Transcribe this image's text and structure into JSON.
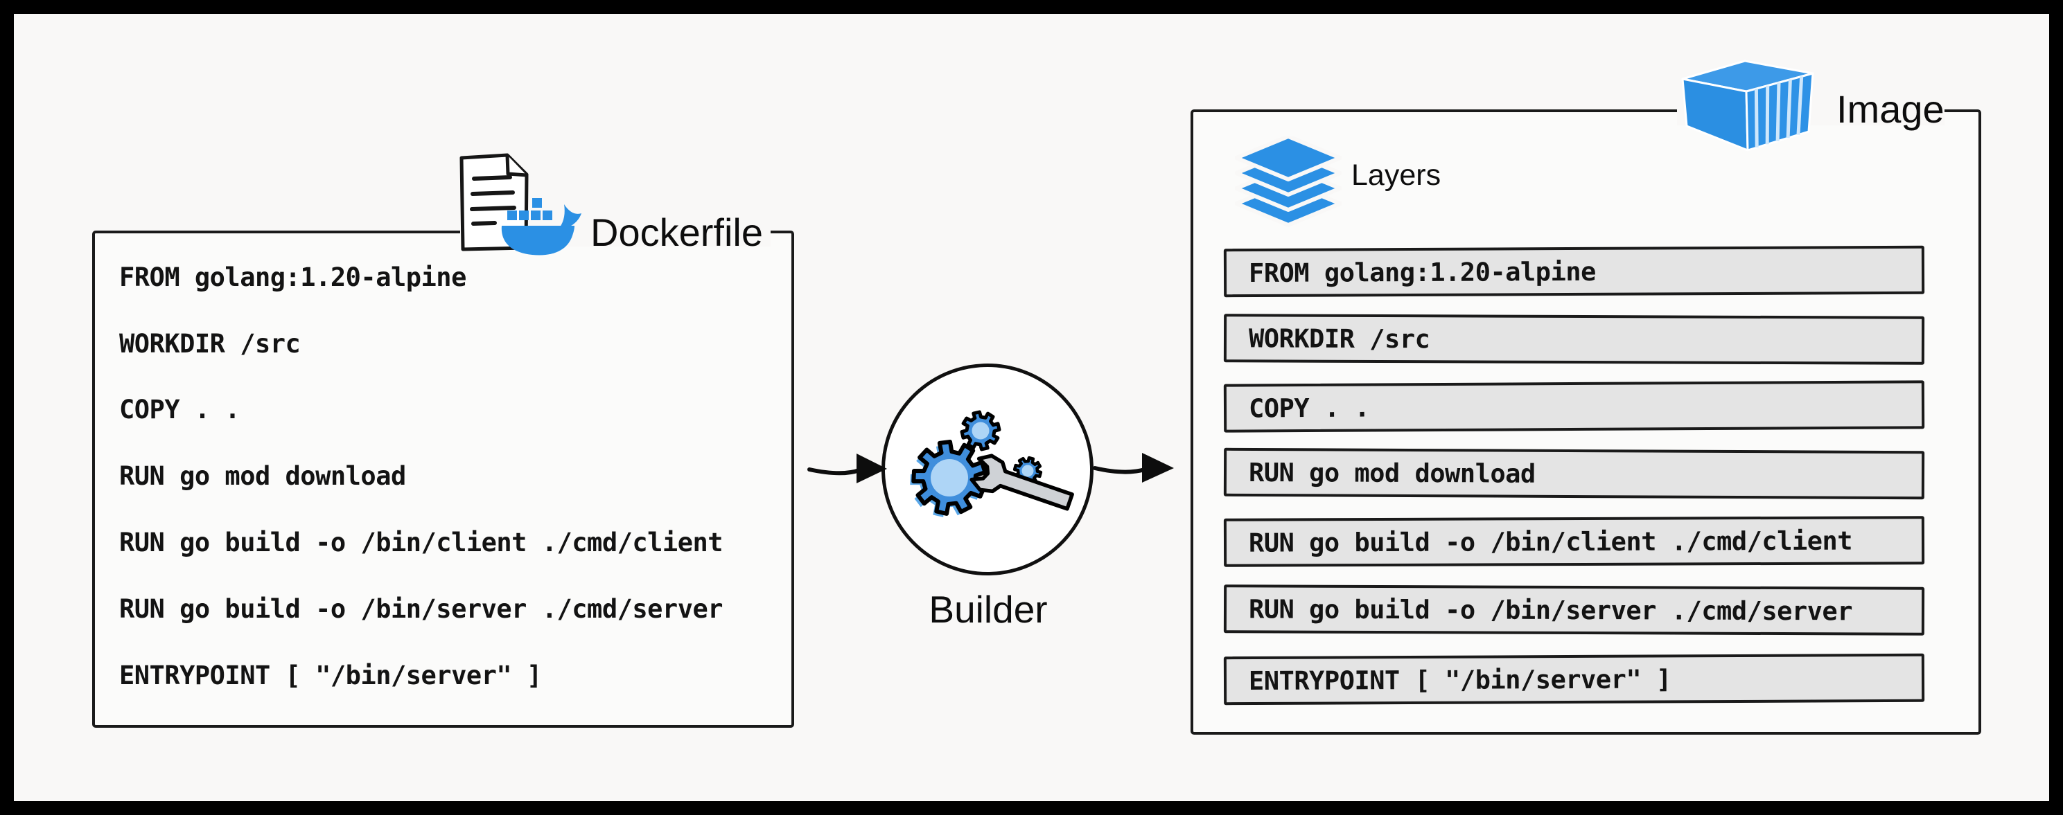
{
  "diagram": {
    "dockerfile": {
      "title": "Dockerfile",
      "lines": [
        "FROM golang:1.20-alpine",
        "WORKDIR /src",
        "COPY . .",
        "RUN go mod download",
        "RUN go build -o /bin/client ./cmd/client",
        "RUN go build -o /bin/server ./cmd/server",
        "ENTRYPOINT [ \"/bin/server\" ]"
      ]
    },
    "builder": {
      "label": "Builder"
    },
    "image": {
      "title": "Image",
      "layers_label": "Layers",
      "layers": [
        "FROM golang:1.20-alpine",
        "WORKDIR /src",
        "COPY . .",
        "RUN go mod download",
        "RUN go build -o /bin/client ./cmd/client",
        "RUN go build -o /bin/server ./cmd/server",
        "ENTRYPOINT [ \"/bin/server\" ]"
      ]
    }
  },
  "colors": {
    "brand_blue": "#2b90e4",
    "gear_blue": "#3f8edc",
    "gear_light": "#aed5f6",
    "layer_bar_gray": "#e4e4e4",
    "wrench_gray": "#cfd2d6",
    "background": "#f9f8f7",
    "ink": "#141414"
  }
}
